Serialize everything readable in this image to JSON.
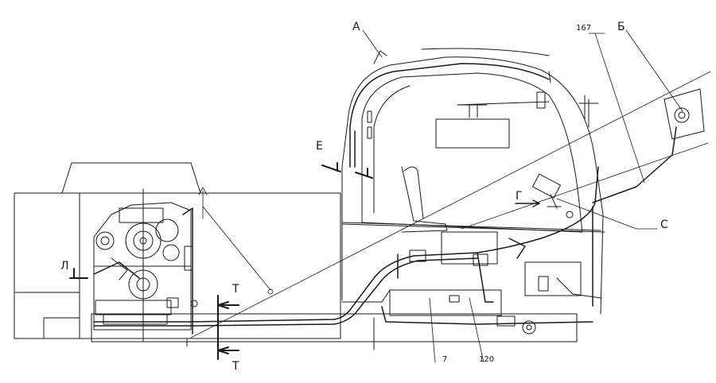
{
  "labels": {
    "A": "А",
    "B": "Б",
    "ref167": "167",
    "E": "Е",
    "G": "Г",
    "C": "С",
    "L": "Л",
    "T_top": "Т",
    "T_bottom": "Т",
    "ref7": "7",
    "ref120": "120"
  },
  "colors": {
    "line": "#1a1a1a",
    "background": "#ffffff"
  }
}
